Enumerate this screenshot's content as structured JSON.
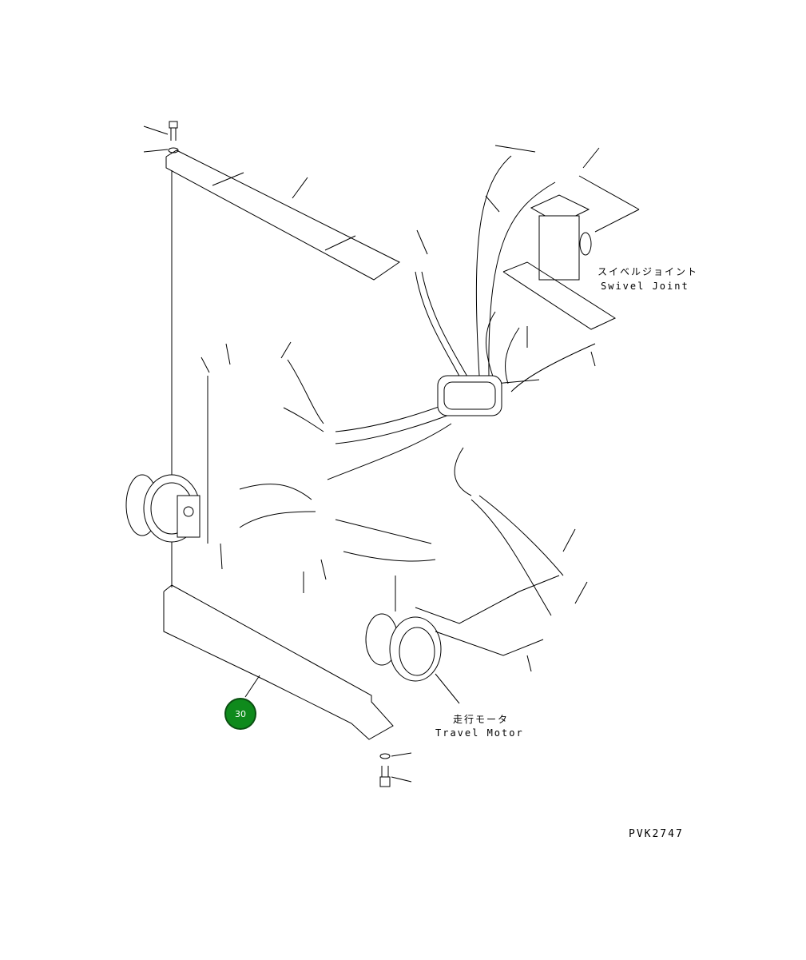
{
  "labels": {
    "swivel_joint_jp": "スイベルジョイント",
    "swivel_joint_en": "Swivel Joint",
    "travel_motor_jp": "走行モータ",
    "travel_motor_en": "Travel Motor",
    "drawing_number": "PVK2747"
  },
  "callout": {
    "number": "30",
    "color": "#0f8a1c"
  }
}
